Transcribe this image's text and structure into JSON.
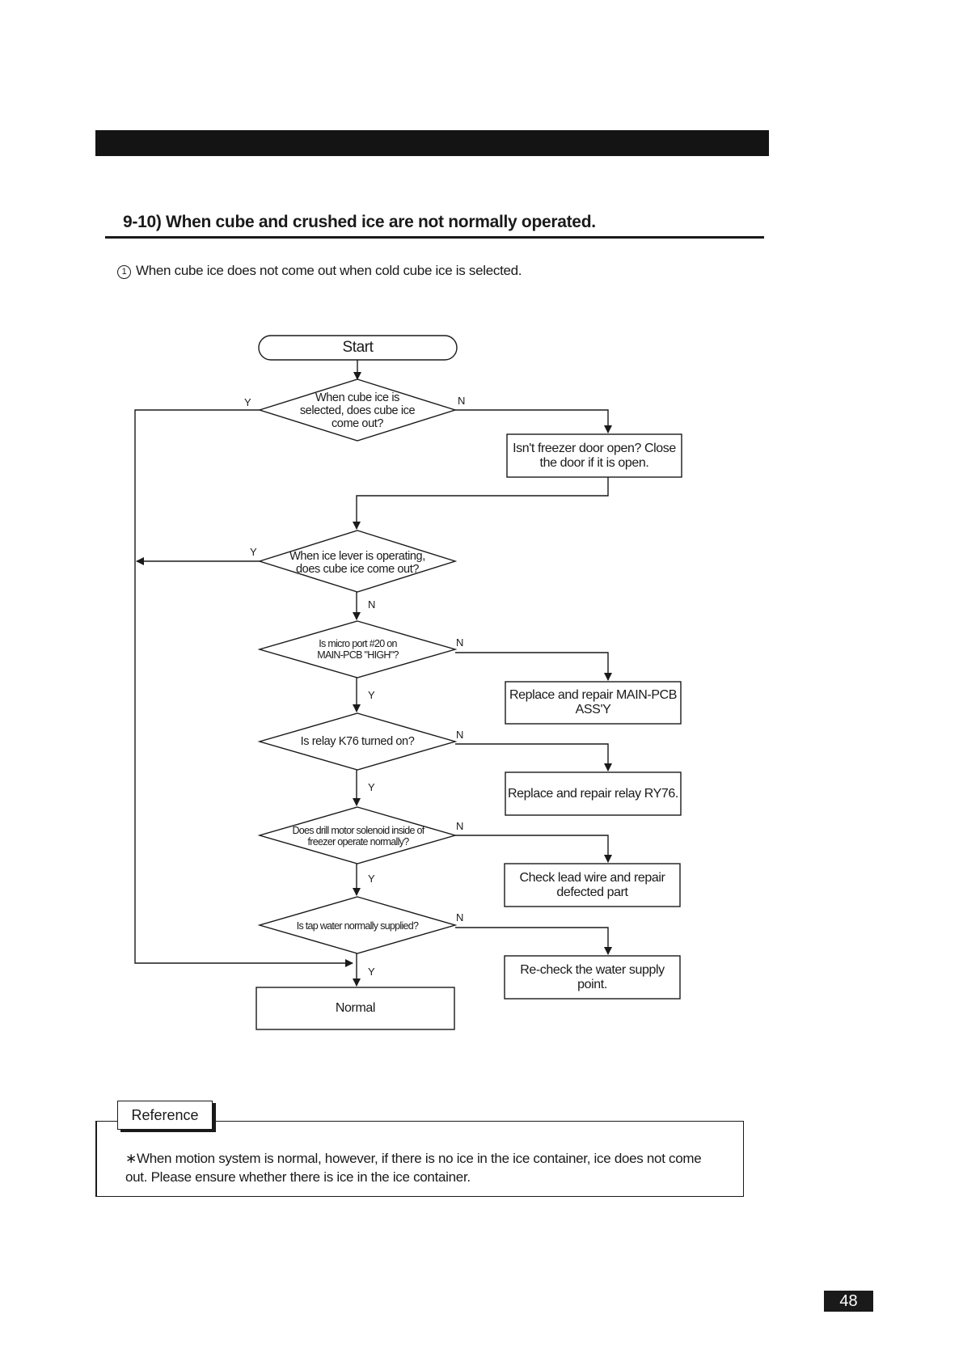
{
  "section": {
    "title": "9-10) When cube and crushed ice are not normally operated.",
    "marker": "1",
    "subtitle": "When cube ice does not come out when cold cube ice is selected."
  },
  "flowchart": {
    "start": "Start",
    "d1": "When cube ice is selected, does cube ice come out?",
    "b1": "Isn't freezer door open? Close the door if it is open.",
    "d2": "When ice lever is operating, does cube ice come out?",
    "d3": "Is micro port #20 on MAIN-PCB \"HIGH\"?",
    "b3": "Replace and repair MAIN-PCB ASS'Y",
    "d4": "Is relay K76 turned on?",
    "b4": "Replace and repair relay RY76.",
    "d5": "Does drill motor solenoid inside of freezer operate normally?",
    "b5": "Check lead wire and repair defected part",
    "d6": "Is tap water normally supplied?",
    "b6": "Re-check the water supply point.",
    "end": "Normal",
    "yes": "Y",
    "no": "N"
  },
  "reference": {
    "label": "Reference",
    "bullet": "∗",
    "text": "When motion system is normal, however, if there is no  ice in the ice container, ice does not come out. Please ensure whether there is ice in the ice container."
  },
  "page_number": "48"
}
